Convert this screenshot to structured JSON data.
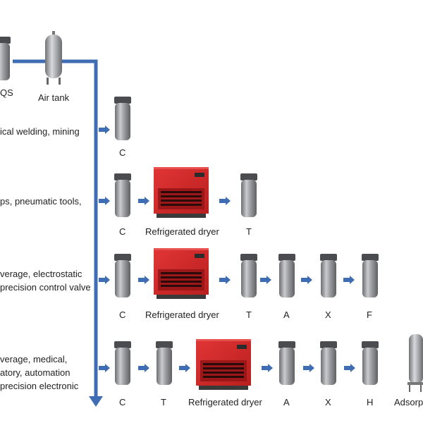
{
  "top": {
    "qs_label": "QS",
    "air_tank_label": "Air tank"
  },
  "rows": [
    {
      "desc_lines": [
        "ical welding, mining"
      ],
      "components": [
        "C"
      ]
    },
    {
      "desc_lines": [
        "ps, pneumatic tools,"
      ],
      "components": [
        "C",
        "Refrigerated dryer",
        "T"
      ]
    },
    {
      "desc_lines": [
        "verage, electrostatic",
        "precision control valve"
      ],
      "components": [
        "C",
        "Refrigerated dryer",
        "T",
        "A",
        "X",
        "F"
      ]
    },
    {
      "desc_lines": [
        "verage, medical,",
        "atory, automation",
        "precision electronic"
      ],
      "components": [
        "C",
        "T",
        "Refrigerated dryer",
        "A",
        "X",
        "H",
        "Adsorp"
      ]
    }
  ],
  "colors": {
    "pipe": "#3f6db3",
    "dryer": "#d42a2a",
    "filter": "#8a8c8f"
  }
}
